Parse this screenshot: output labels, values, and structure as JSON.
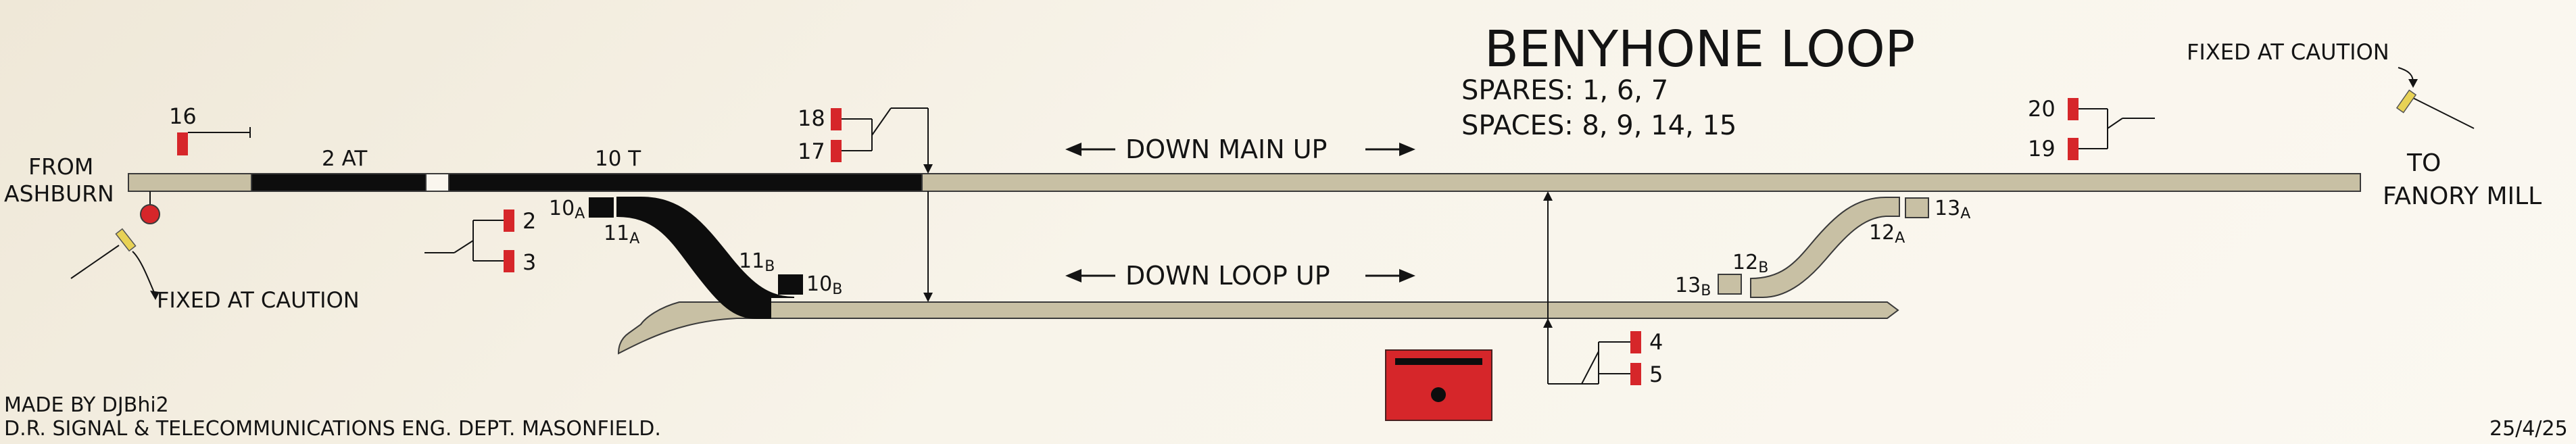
{
  "title": "BENYHONE LOOP",
  "spares": "SPARES: 1, 6, 7",
  "spaces": "SPACES: 8, 9, 14, 15",
  "left_end": {
    "line1": "FROM",
    "line2": "ASHBURN"
  },
  "right_end": {
    "line1": "TO",
    "line2": "FANORY MILL"
  },
  "fixed_signals": {
    "left_label": "FIXED AT CAUTION",
    "right_label": "FIXED AT CAUTION"
  },
  "main_line": {
    "label": "DOWN MAIN UP"
  },
  "loop_line": {
    "label": "DOWN LOOP UP"
  },
  "track_circuits": {
    "tc_2": "2 AT",
    "tc_10": "10 T"
  },
  "signals": {
    "s16": "16",
    "s18": "18",
    "s17": "17",
    "s2": "2",
    "s3": "3",
    "s20": "20",
    "s19": "19",
    "s4": "4",
    "s5": "5"
  },
  "points": {
    "p10": {
      "num": "10",
      "suf": "A"
    },
    "p11": {
      "num": "11",
      "suf": "A"
    },
    "p11b": {
      "num": "11",
      "suf": "B"
    },
    "p10b": {
      "num": "10",
      "suf": "B"
    },
    "p13": {
      "num": "13",
      "suf": "A"
    },
    "p12": {
      "num": "12",
      "suf": "A"
    },
    "p12b": {
      "num": "12",
      "suf": "B"
    },
    "p13b": {
      "num": "13",
      "suf": "B"
    }
  },
  "footer": {
    "credit": "MADE BY DJBhi2",
    "department": "D.R. SIGNAL & TELECOMMUNICATIONS ENG. DEPT. MASONFIELD.",
    "date": "25/4/25"
  },
  "colors": {
    "track_idle": "#c8c0a4",
    "track_occupied": "#0d0d0d",
    "signal_red": "#d6262a",
    "fixed_signal": "#e8d255",
    "outline": "#3a3a3a"
  }
}
